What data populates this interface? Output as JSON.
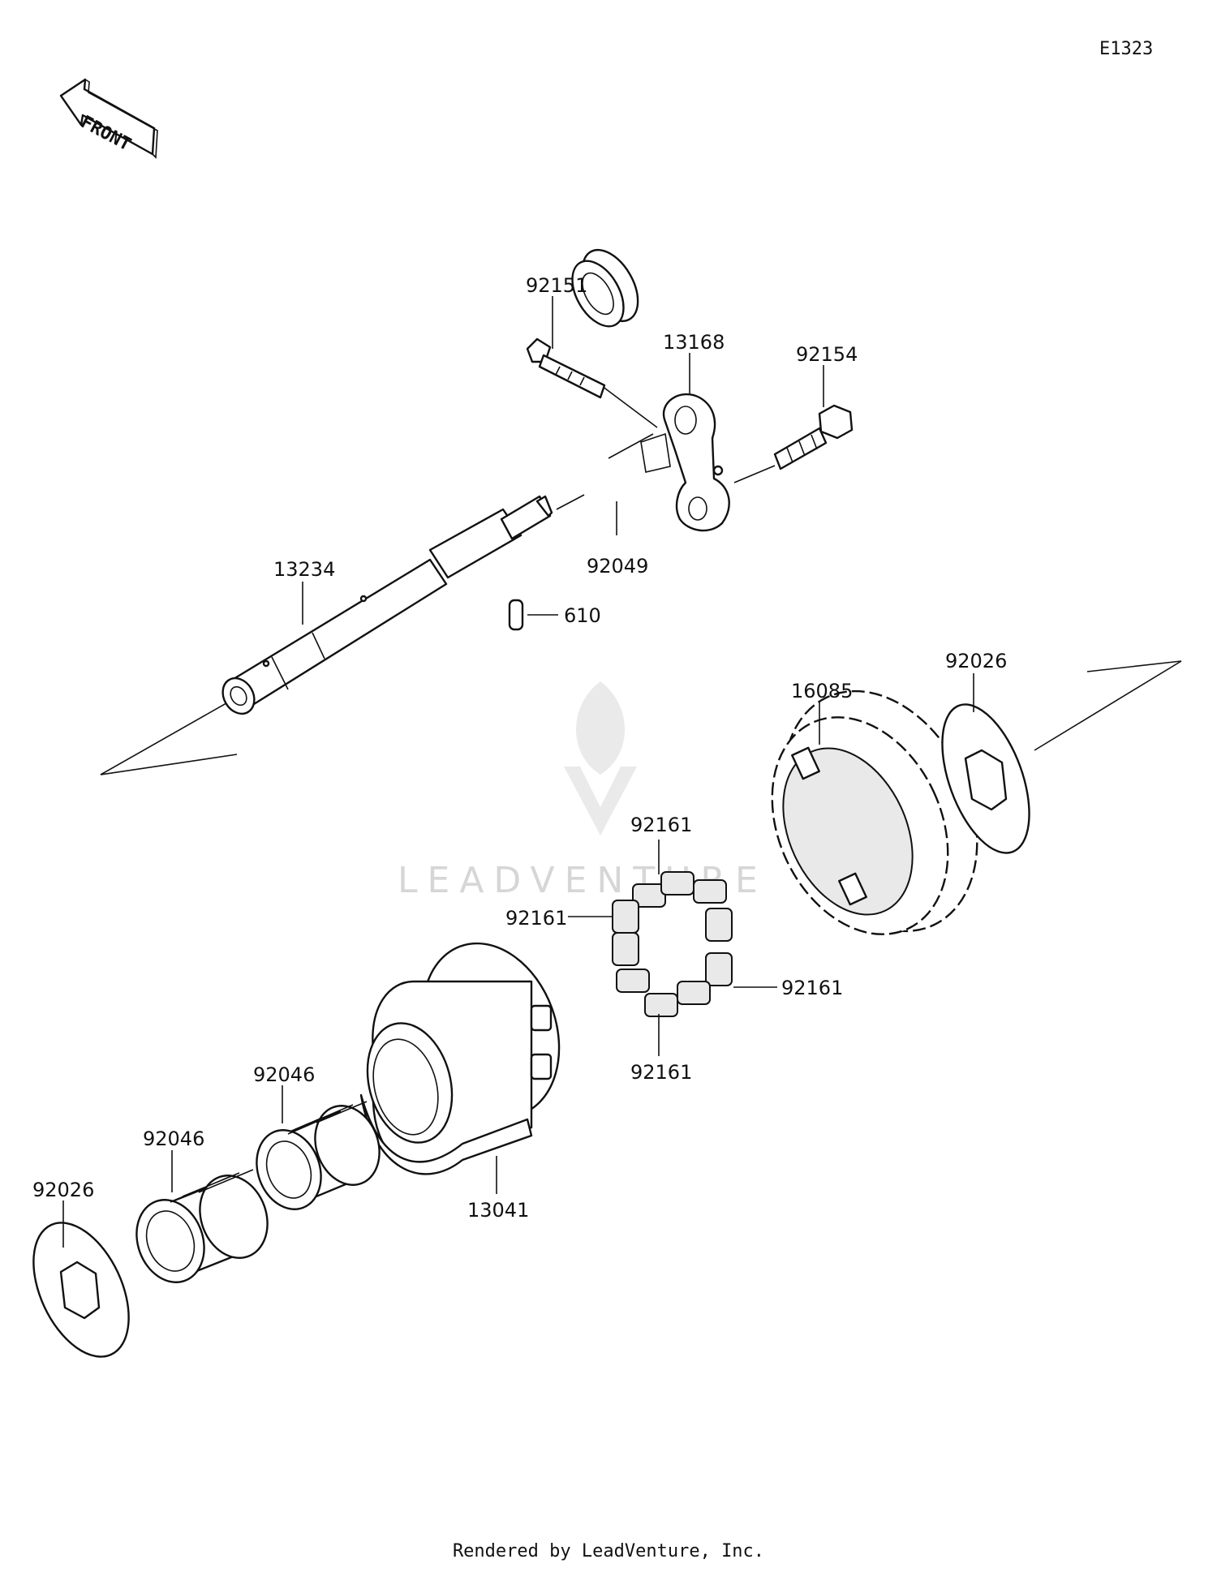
{
  "diagram_code": "E1323",
  "front_label": "FRONT",
  "watermark": "LEADVENTURE",
  "footer": "Rendered by LeadVenture, Inc.",
  "callouts": {
    "p92151": "92151",
    "p13168": "13168",
    "p92154": "92154",
    "p92049": "92049",
    "p13234": "13234",
    "p610": "610",
    "p92026_top": "92026",
    "p16085": "16085",
    "p92161_top": "92161",
    "p92161_left": "92161",
    "p92161_right": "92161",
    "p92161_bottom": "92161",
    "p92046_upper": "92046",
    "p92046_lower": "92046",
    "p13041": "13041",
    "p92026_bottom": "92026"
  }
}
